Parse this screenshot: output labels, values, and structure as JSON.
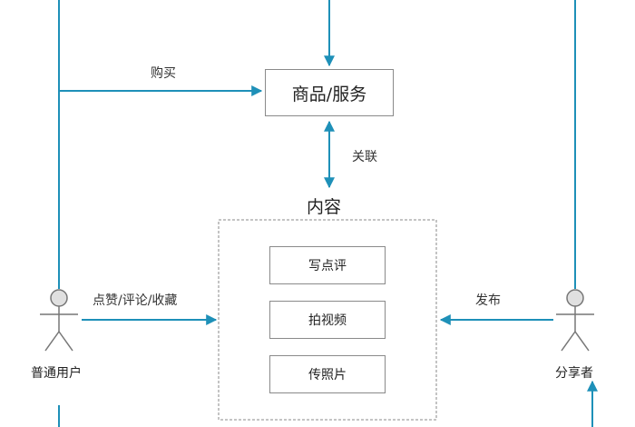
{
  "nodes": {
    "goods": "商品/服务",
    "content_title": "内容",
    "items": [
      "写点评",
      "拍视频",
      "传照片"
    ]
  },
  "actors": {
    "user": "普通用户",
    "sharer": "分享者"
  },
  "edges": {
    "buy": "购买",
    "related": "关联",
    "interact": "点赞/评论/收藏",
    "publish": "发布"
  },
  "colors": {
    "line": "#1e90b8",
    "box_border": "#8a8a8a",
    "dashed_border": "#888888",
    "actor": "#777777"
  }
}
